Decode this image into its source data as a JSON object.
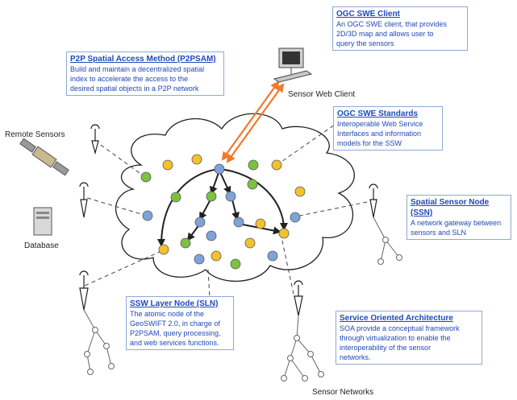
{
  "labels": {
    "remote_sensors": "Remote Sensors",
    "database": "Database",
    "sensor_web_client": "Sensor Web Client",
    "sensor_networks": "Sensor Networks"
  },
  "callouts": {
    "ogc_client": {
      "title": "OGC SWE Client",
      "lines": [
        "An OGC SWE client, that provides",
        "2D/3D map and allows user to",
        "query the sensors"
      ]
    },
    "p2psam": {
      "title": "P2P Spatial Access Method (P2PSAM)",
      "lines": [
        "Build and maintain a decentralized spatial",
        "index to accelerate the access to the",
        "desired spatial objects in a P2P network"
      ]
    },
    "ogc_standards": {
      "title": "OGC SWE Standards",
      "lines": [
        "Interoperable Web Service",
        "Interfaces and information",
        "models for the SSW"
      ]
    },
    "ssn": {
      "title": "Spatial Sensor Node (SSN)",
      "lines": [
        "A network gateway between",
        "sensors and SLN"
      ]
    },
    "sln": {
      "title": "SSW Layer Node (SLN)",
      "lines": [
        "The atomic node of the",
        "GeoSWIFT 2.0, in charge of",
        "P2PSAM, query processing,",
        "and web services functions."
      ]
    },
    "soa": {
      "title": "Service Oriented Architecture",
      "lines": [
        "SOA provide a conceptual framework",
        "through virtualization to enable the",
        "interoperability of the sensor",
        "networks."
      ]
    }
  },
  "colors": {
    "callout_text": "#1f49b6",
    "callout_border": "#8fa9d6",
    "node_blue": "#7fa3d9",
    "node_green": "#7cc142",
    "node_yellow": "#f2c12e",
    "arrow_orange": "#f07a2a"
  }
}
